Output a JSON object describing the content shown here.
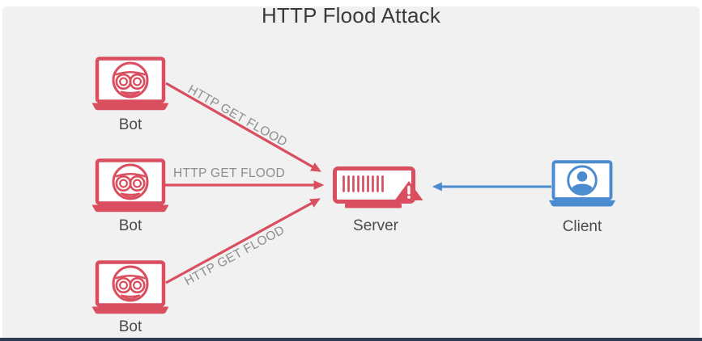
{
  "title": "HTTP Flood Attack",
  "diagram": {
    "bots": [
      {
        "label": "Bot",
        "icon": "bot-laptop-icon"
      },
      {
        "label": "Bot",
        "icon": "bot-laptop-icon"
      },
      {
        "label": "Bot",
        "icon": "bot-laptop-icon"
      }
    ],
    "server": {
      "label": "Server",
      "icon": "server-warning-icon"
    },
    "client": {
      "label": "Client",
      "icon": "client-laptop-icon"
    },
    "attack_edges": [
      {
        "label": "HTTP GET FLOOD"
      },
      {
        "label": "HTTP GET FLOOD"
      },
      {
        "label": "HTTP GET FLOOD"
      }
    ]
  },
  "colors": {
    "attack_red": "#d94f5f",
    "client_blue": "#4a8ccf",
    "canvas_background": "#f1f1f2",
    "bottom_bar_navy": "#2e3b52",
    "title_text": "#3a3a3a",
    "node_label_text": "#4b4b4b",
    "edge_label_text": "#8e8e8e"
  }
}
